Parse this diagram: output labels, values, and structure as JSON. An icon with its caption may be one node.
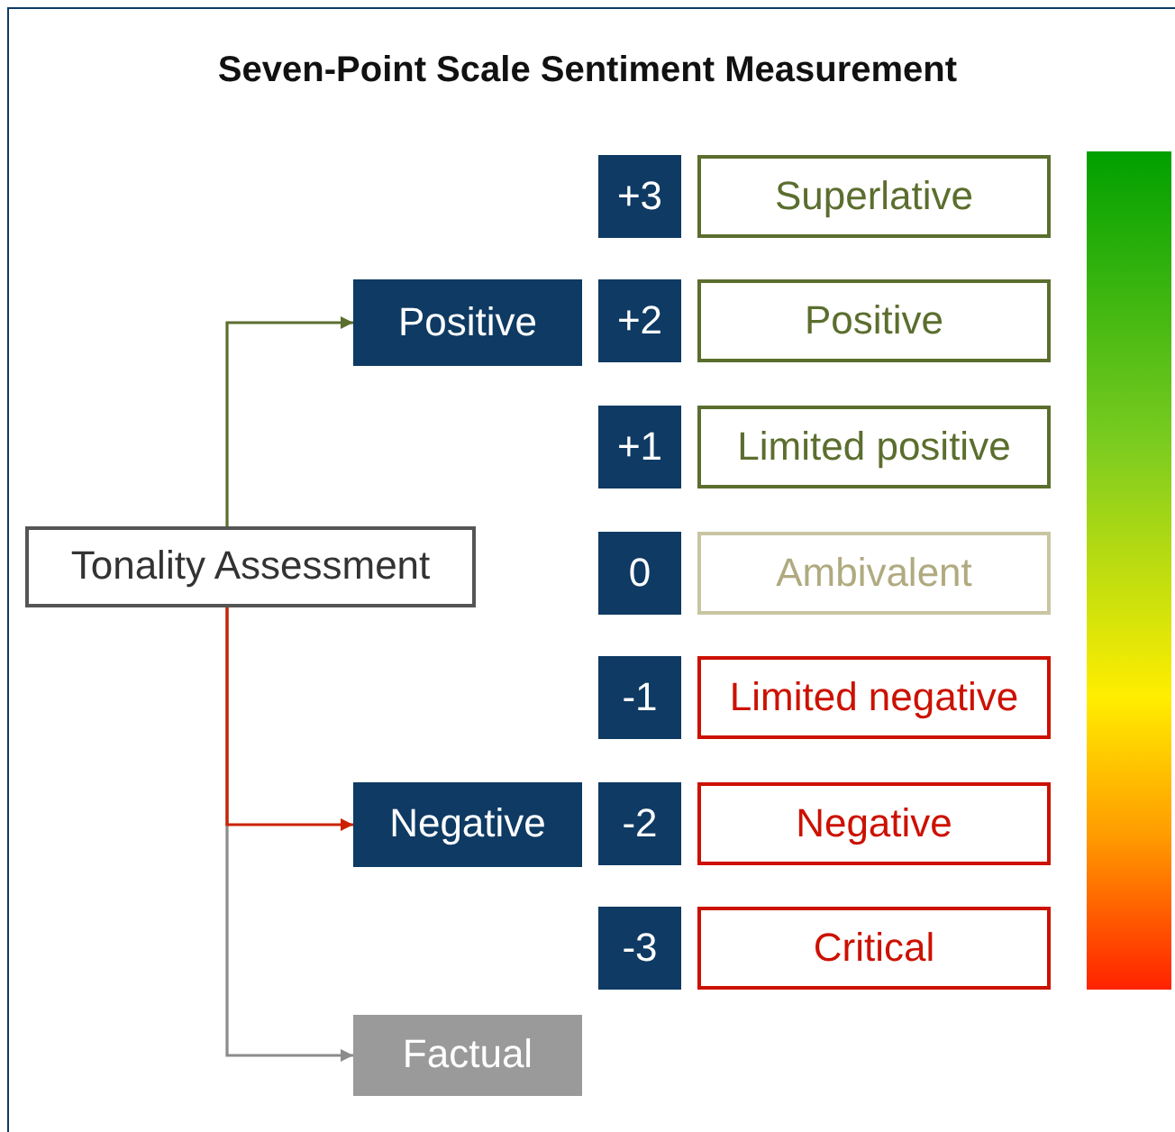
{
  "diagram": {
    "title": "Seven-Point Scale Sentiment Measurement",
    "nodes": [
      {
        "text": [
          "Tonality Assessment"
        ]
      },
      {
        "text": [
          "Positive"
        ]
      },
      {
        "text": [
          "Negative"
        ]
      },
      {
        "text": [
          "Factual"
        ]
      },
      {
        "text": [
          "+3"
        ]
      },
      {
        "text": [
          "Superlative"
        ]
      },
      {
        "text": [
          "+2"
        ]
      },
      {
        "text": [
          "Positive"
        ]
      },
      {
        "text": [
          "+1"
        ]
      },
      {
        "text": [
          "Limited positive"
        ]
      },
      {
        "text": [
          "0"
        ]
      },
      {
        "text": [
          "Ambivalent"
        ]
      },
      {
        "text": [
          "-1"
        ]
      },
      {
        "text": [
          "Limited negative"
        ]
      },
      {
        "text": [
          "-2"
        ]
      },
      {
        "text": [
          "Negative"
        ]
      },
      {
        "text": [
          "-3"
        ]
      },
      {
        "text": [
          "Critical"
        ]
      },
      {
        "text": [],
        "shape": "bar"
      }
    ],
    "edges": [
      {
        "from": 0,
        "to": 1,
        "arrow": "to",
        "color": "#5b6e2e"
      },
      {
        "from": 0,
        "to": 2,
        "arrow": "to",
        "color": "#cc2200"
      },
      {
        "from": 0,
        "to": 3,
        "arrow": "to",
        "color": "#8c8c8c"
      }
    ]
  }
}
